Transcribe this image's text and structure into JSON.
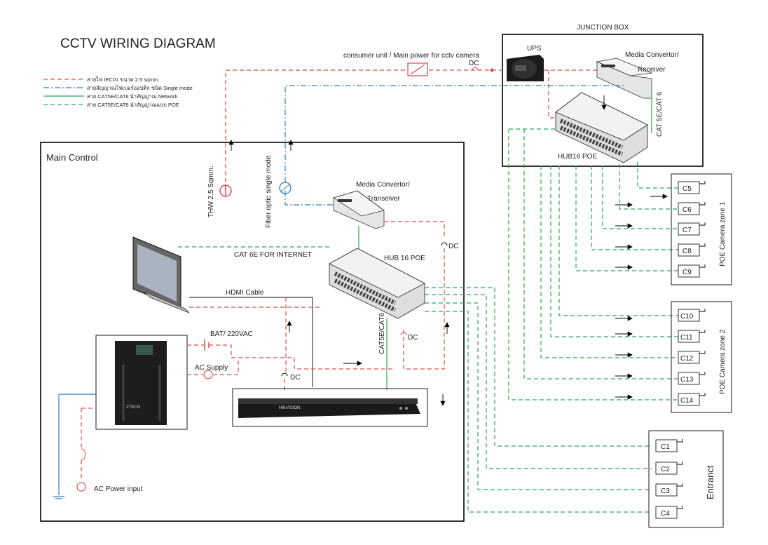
{
  "title": "CCTV WIRING DIAGRAM",
  "legend": [
    {
      "text": "สายไฟ IEC01 ขนาด 2.5 sqmm.",
      "style": "red-dashed",
      "color": "#e04a4a"
    },
    {
      "text": "สายสัญญาณไฟเบอร์ออปติก ชนิด Single mode",
      "style": "blue-dashdot",
      "color": "#2a7fc0"
    },
    {
      "text": "สาย CAT5E/CAT6 นำสัญญาณ Network",
      "style": "green-solid",
      "color": "#28a95a"
    },
    {
      "text": "สาย CAT5E/CAT6 นำสัญญาณแบบ POE",
      "style": "green-dashed",
      "color": "#28a95a"
    }
  ],
  "labels": {
    "junction_box": "JUNCTION BOX",
    "ups": "UPS",
    "consumer_unit": "consumer unit / Main power for cctv camera",
    "dc": "DC",
    "media_convertor_receiver_1": "Media Convertor/",
    "media_convertor_receiver_2": "Receiver",
    "cat5e_cat6_junction": "CAT 5E/CAT 6",
    "hub16_poe_junction": "HUB16 POE",
    "main_control": "Main Control",
    "thw": "THW 2.5 Sqmm.",
    "fiber_optic": "Fiber optic single mode",
    "media_convertor_transeiver_1": "Media Convertor/",
    "media_convertor_transeiver_2": "Transeiver",
    "cat6e_internet": "CAT 6E FOR INTERNET",
    "hub_16_poe_main": "HUB 16 POE",
    "hdmi_cable": "HDMI Cable",
    "bat_220vac": "BAT/ 220VAC",
    "ac_supply": "AC Supply",
    "cat5e_cat6_main": "CAT5E/CAT6",
    "ac_power_input": "AC Power input",
    "zone1": "POE Camera zone 1",
    "zone2": "POE Camera zone 2",
    "entrance": "Entranct",
    "ups_brand": "ZTECH",
    "nvr_brand": "HIKVISION"
  },
  "cameras": {
    "zone1": [
      "C5",
      "C6",
      "C7",
      "C8",
      "C9"
    ],
    "zone2": [
      "C10",
      "C11",
      "C12",
      "C13",
      "C14"
    ],
    "entrance": [
      "C1",
      "C2",
      "C3",
      "C4"
    ]
  }
}
